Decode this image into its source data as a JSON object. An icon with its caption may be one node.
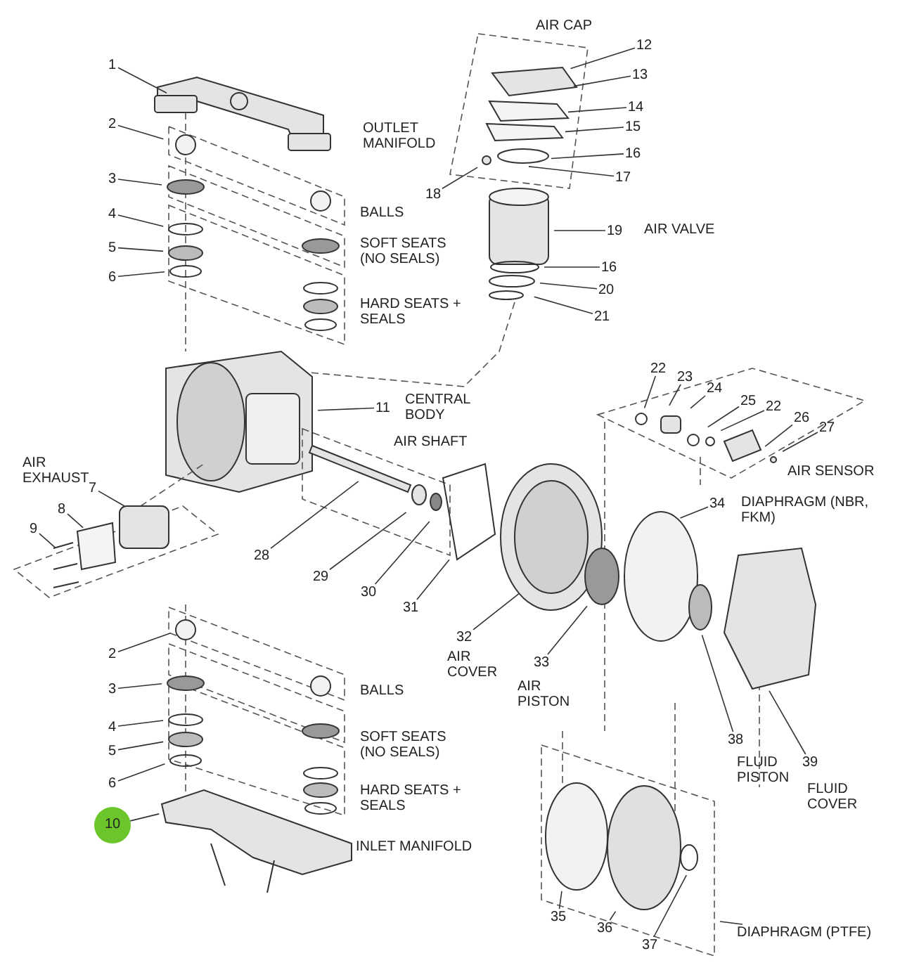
{
  "diagram": {
    "nodes": [
      {
        "text": [
          "1"
        ]
      },
      {
        "text": [
          "2"
        ]
      },
      {
        "text": [
          "3"
        ]
      },
      {
        "text": [
          "4"
        ]
      },
      {
        "text": [
          "5"
        ]
      },
      {
        "text": [
          "6"
        ]
      },
      {
        "text": [
          "12"
        ]
      },
      {
        "text": [
          "13"
        ]
      },
      {
        "text": [
          "14"
        ]
      },
      {
        "text": [
          "15"
        ]
      },
      {
        "text": [
          "16"
        ]
      },
      {
        "text": [
          "17"
        ]
      },
      {
        "text": [
          "18"
        ]
      },
      {
        "text": [
          "19"
        ]
      },
      {
        "text": [
          "16"
        ]
      },
      {
        "text": [
          "20"
        ]
      },
      {
        "text": [
          "21"
        ]
      },
      {
        "text": [
          "11"
        ]
      },
      {
        "text": [
          "22"
        ]
      },
      {
        "text": [
          "23"
        ]
      },
      {
        "text": [
          "24"
        ]
      },
      {
        "text": [
          "25"
        ]
      },
      {
        "text": [
          "22"
        ]
      },
      {
        "text": [
          "26"
        ]
      },
      {
        "text": [
          "27"
        ]
      },
      {
        "text": [
          "7"
        ]
      },
      {
        "text": [
          "8"
        ]
      },
      {
        "text": [
          "9"
        ]
      },
      {
        "text": [
          "28"
        ]
      },
      {
        "text": [
          "29"
        ]
      },
      {
        "text": [
          "30"
        ]
      },
      {
        "text": [
          "31"
        ]
      },
      {
        "text": [
          "34"
        ]
      },
      {
        "text": [
          "32"
        ]
      },
      {
        "text": [
          "33"
        ]
      },
      {
        "text": [
          "2"
        ]
      },
      {
        "text": [
          "3"
        ]
      },
      {
        "text": [
          "4"
        ]
      },
      {
        "text": [
          "5"
        ]
      },
      {
        "text": [
          "38"
        ]
      },
      {
        "text": [
          "6"
        ]
      },
      {
        "text": [
          "39"
        ]
      },
      {
        "text": [
          "10"
        ]
      },
      {
        "text": [
          "35"
        ]
      },
      {
        "text": [
          "36"
        ]
      },
      {
        "text": [
          "37"
        ]
      },
      {
        "text": [
          "DIAPHRAGM (PTFE)"
        ]
      }
    ],
    "edges": [
      {
        "from": 0,
        "to": null,
        "arrow": "none"
      },
      {
        "from": 1,
        "to": null,
        "arrow": "none"
      },
      {
        "from": 2,
        "to": null,
        "arrow": "none"
      },
      {
        "from": 3,
        "to": null,
        "arrow": "none"
      },
      {
        "from": 4,
        "to": null,
        "arrow": "none"
      },
      {
        "from": 5,
        "to": null,
        "arrow": "none"
      },
      {
        "from": 6,
        "to": null,
        "arrow": "none"
      },
      {
        "from": 7,
        "to": null,
        "arrow": "none"
      },
      {
        "from": 8,
        "to": null,
        "arrow": "none"
      },
      {
        "from": 9,
        "to": null,
        "arrow": "none"
      },
      {
        "from": 10,
        "to": null,
        "arrow": "none"
      },
      {
        "from": 11,
        "to": null,
        "arrow": "none"
      },
      {
        "from": 12,
        "to": null,
        "arrow": "none"
      },
      {
        "from": 13,
        "to": null,
        "arrow": "none"
      },
      {
        "from": 14,
        "to": null,
        "arrow": "none"
      },
      {
        "from": 15,
        "to": null,
        "arrow": "none"
      },
      {
        "from": 16,
        "to": null,
        "arrow": "none"
      },
      {
        "from": 17,
        "to": null,
        "arrow": "none"
      },
      {
        "from": 18,
        "to": null,
        "arrow": "none"
      },
      {
        "from": 19,
        "to": null,
        "arrow": "none"
      },
      {
        "from": 20,
        "to": null,
        "arrow": "none"
      },
      {
        "from": 21,
        "to": null,
        "arrow": "none"
      },
      {
        "from": 22,
        "to": null,
        "arrow": "none"
      },
      {
        "from": 23,
        "to": null,
        "arrow": "none"
      },
      {
        "from": 24,
        "to": null,
        "arrow": "none"
      },
      {
        "from": 25,
        "to": null,
        "arrow": "none"
      },
      {
        "from": 26,
        "to": null,
        "arrow": "none"
      },
      {
        "from": 27,
        "to": null,
        "arrow": "none"
      },
      {
        "from": 28,
        "to": null,
        "arrow": "none"
      },
      {
        "from": 29,
        "to": null,
        "arrow": "none"
      },
      {
        "from": 30,
        "to": null,
        "arrow": "none"
      },
      {
        "from": 31,
        "to": null,
        "arrow": "none"
      },
      {
        "from": 32,
        "to": null,
        "arrow": "none"
      },
      {
        "from": 33,
        "to": null,
        "arrow": "none"
      },
      {
        "from": 34,
        "to": null,
        "arrow": "none"
      },
      {
        "from": 35,
        "to": null,
        "arrow": "none"
      },
      {
        "from": 36,
        "to": null,
        "arrow": "none"
      },
      {
        "from": 37,
        "to": null,
        "arrow": "none"
      },
      {
        "from": 38,
        "to": null,
        "arrow": "none"
      },
      {
        "from": 39,
        "to": null,
        "arrow": "none"
      },
      {
        "from": 40,
        "to": null,
        "arrow": "none"
      },
      {
        "from": 41,
        "to": null,
        "arrow": "none"
      },
      {
        "from": 42,
        "to": null,
        "arrow": "none"
      },
      {
        "from": 43,
        "to": null,
        "arrow": "none"
      },
      {
        "from": 44,
        "to": null,
        "arrow": "none"
      },
      {
        "from": 45,
        "to": null,
        "arrow": "none"
      },
      {
        "from": 46,
        "to": null,
        "arrow": "none"
      }
    ],
    "labels": [
      "AIR CAP",
      "OUTLET MANIFOLD",
      "BALLS",
      "SOFT SEATS (NO SEALS)",
      "HARD SEATS + SEALS",
      "AIR VALVE",
      "CENTRAL BODY",
      "AIR SHAFT",
      "AIR SENSOR",
      "AIR EXHAUST",
      "DIAPHRAGM (NBR, FKM)",
      "AIR COVER",
      "AIR PISTON",
      "BALLS",
      "SOFT SEATS (NO SEALS)",
      "FLUID PISTON",
      "FLUID COVER",
      "HARD SEATS + SEALS",
      "INLET MANIFOLD"
    ]
  }
}
